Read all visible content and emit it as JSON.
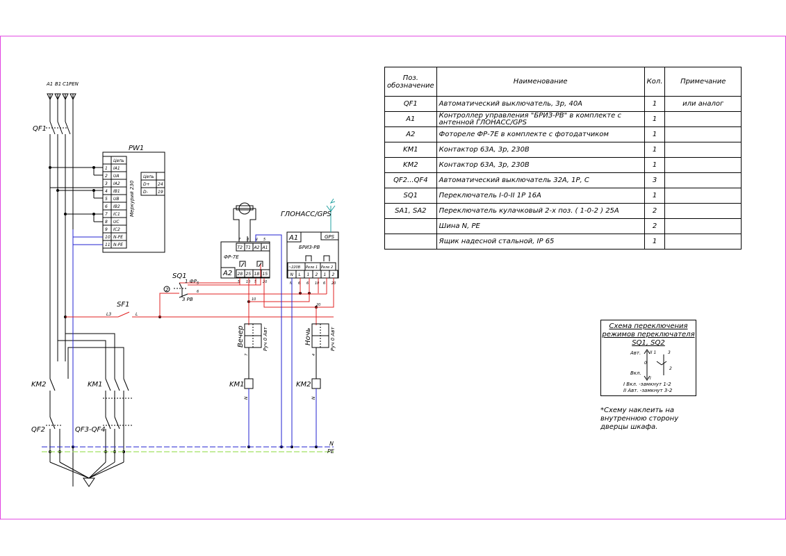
{
  "colors": {
    "frame": "#e040e0",
    "red_wire": "#e02020",
    "blue_wire": "#2020d0",
    "pe_wire": "#a0e060",
    "antenna": "#20a0a0"
  },
  "bus_labels": [
    "A1",
    "B1",
    "C1",
    "PEN"
  ],
  "labels": {
    "qf1": "QF1",
    "pw1": "PW1",
    "pw1_side": "Меркурий 230",
    "sq1": "SQ1",
    "sf1": "SF1",
    "km1": "KM1",
    "km2": "KM2",
    "km1_coil": "KM1",
    "km2_coil": "KM2",
    "qf2": "QF2",
    "qf34": "QF3-QF4",
    "glonass": "ГЛОНАСС/GPS",
    "gps": "GPS",
    "a1": "A1",
    "a1_name": "БРИЗ-РВ",
    "a2": "A2",
    "fr": "ФР-7Е",
    "n_bus": "N",
    "pe_bus": "PE",
    "sq1_fr": "1 ФР",
    "sq1_pv": "3 РВ",
    "sq1_pos2": "2",
    "sa_vecher": "Вечер",
    "sa_noch": "Ночь",
    "sa_side": "Руч 0 Авт",
    "l3": "L3",
    "l": "L",
    "n": "N"
  },
  "pw1_rows": [
    [
      "",
      "Цепь"
    ],
    [
      "1",
      "IA1"
    ],
    [
      "2",
      "UA"
    ],
    [
      "3",
      "IA2"
    ],
    [
      "4",
      "IB1"
    ],
    [
      "5",
      "UB"
    ],
    [
      "6",
      "IB2"
    ],
    [
      "7",
      "IC1"
    ],
    [
      "8",
      "UC"
    ],
    [
      "9",
      "IC2"
    ],
    [
      "10",
      "N-PE"
    ],
    [
      "11",
      "N-PE"
    ]
  ],
  "pw1_iface": [
    [
      "Цепь",
      ""
    ],
    [
      "D+",
      "24"
    ],
    [
      "D-",
      "19"
    ]
  ],
  "fr_top": [
    "7",
    "8",
    "N",
    "5"
  ],
  "fr_terms": [
    "T2",
    "T1",
    "A2",
    "A1"
  ],
  "fr_bottom": [
    "28",
    "25",
    "18",
    "15"
  ],
  "fr_pins": [
    "5",
    "10",
    "5",
    "20"
  ],
  "a1_top": [
    "~220В",
    "Реле 1",
    "Реле 2"
  ],
  "a1_terms": [
    "N",
    "L",
    "1",
    "2",
    "1",
    "2"
  ],
  "a1_pins": [
    "N",
    "6",
    "6",
    "10",
    "6",
    "20"
  ],
  "wire_nums": [
    "5",
    "6",
    "10",
    "20",
    "10",
    "20",
    "7",
    "4"
  ],
  "table": {
    "headers": [
      "Поз. обозначение",
      "Наименование",
      "Кол.",
      "Примечание"
    ],
    "rows": [
      [
        "QF1",
        "Автоматический выключатель, 3р, 40А",
        "1",
        "или аналог"
      ],
      [
        "A1",
        "Контроллер управления \"БРИЗ-РВ\" в комплекте с антенной ГЛОНАСС/GPS",
        "1",
        ""
      ],
      [
        "A2",
        "Фотореле ФР-7Е в комплекте с фотодатчиком",
        "1",
        ""
      ],
      [
        "KM1",
        "Контактор 63А, 3р, 230В",
        "1",
        ""
      ],
      [
        "KM2",
        "Контактор 63А, 3р, 230В",
        "1",
        ""
      ],
      [
        "QF2...QF4",
        "Автоматический выключатель 32А, 1Р, С",
        "3",
        ""
      ],
      [
        "SQ1",
        "Переключатель I-0-II 1Р 16А",
        "1",
        ""
      ],
      [
        "SA1, SA2",
        "Переключатель кулачковый 2-х поз. ( 1-0-2 ) 25А",
        "2",
        ""
      ],
      [
        "",
        "Шина N, PE",
        "2",
        ""
      ],
      [
        "",
        "Ящик надесной стальной, IP 65",
        "1",
        ""
      ]
    ]
  },
  "switch_scheme": {
    "title1": "Схема переключения",
    "title2": "режимов переключателя",
    "title3": "SQ1, SQ2",
    "avt": "Авт.",
    "vkl": "Вкл.",
    "pos_top": "II  1",
    "pos_0": "0",
    "pos_bot": "I",
    "pin3": "3",
    "pin2": "2",
    "legend1": "I  Вкл. -замкнут 1-2",
    "legend2": "II Авт. -замкнут 3-2"
  },
  "note": "*Схему наклеить на внутреннюю сторону дверцы шкафа."
}
